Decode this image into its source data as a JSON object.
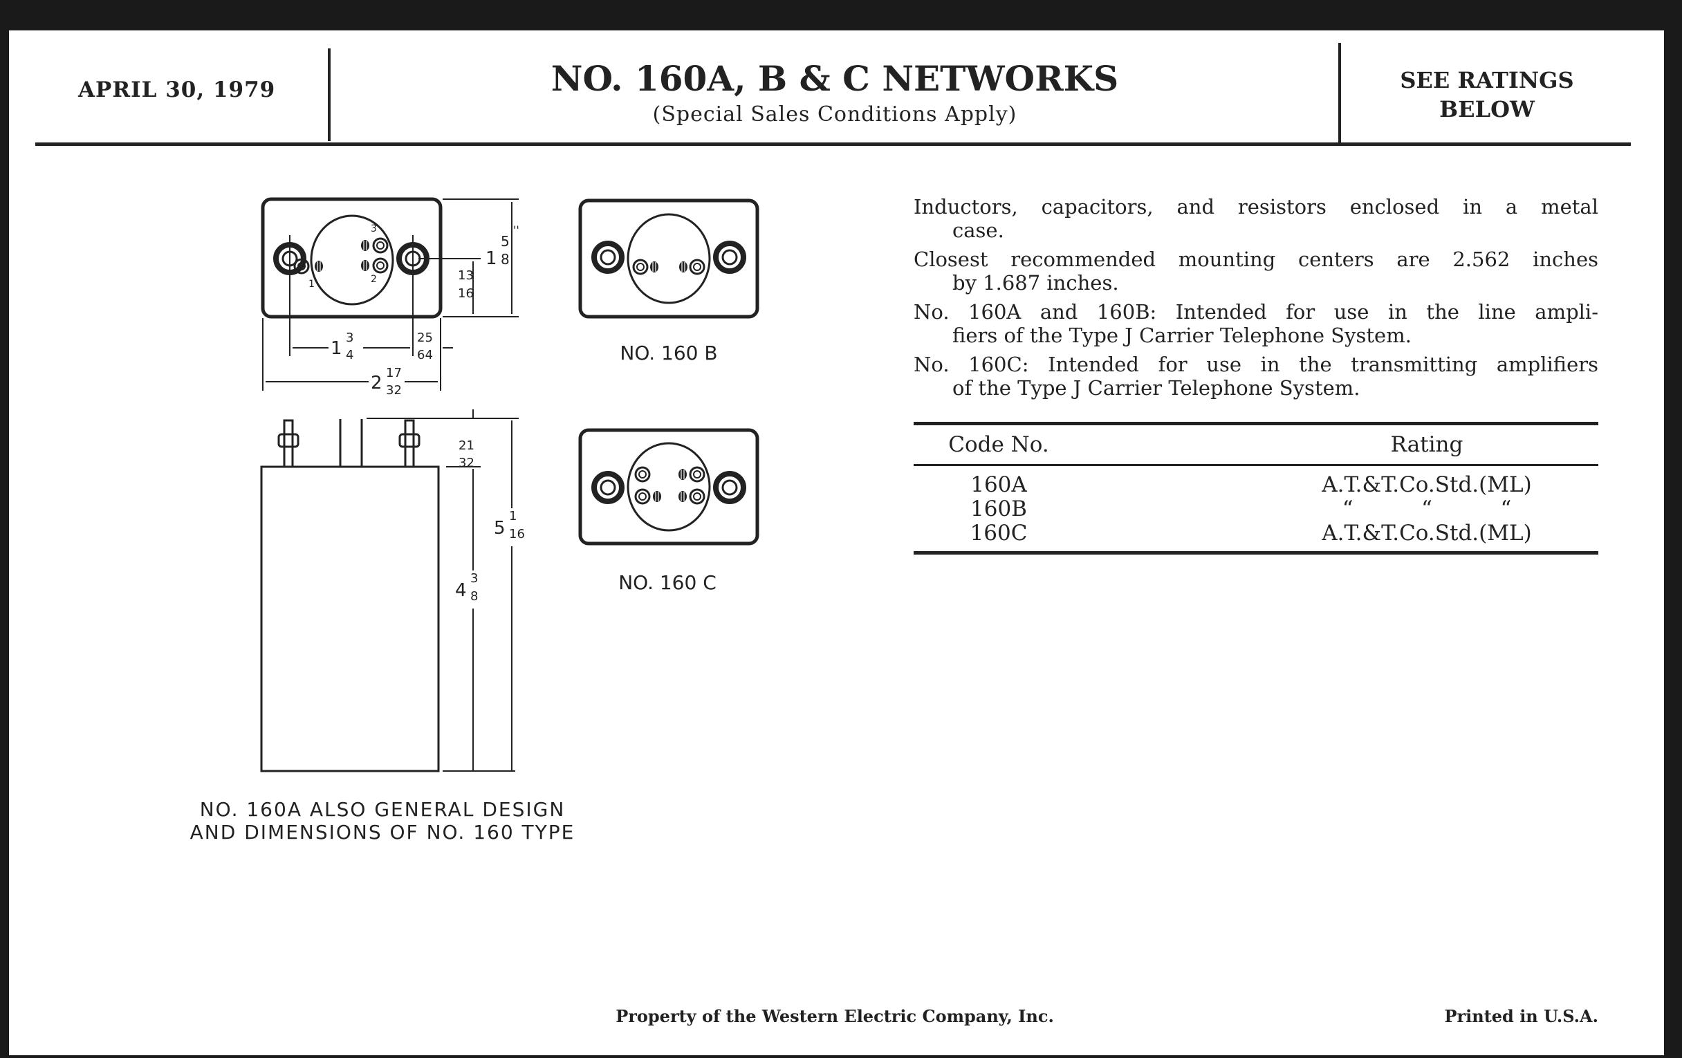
{
  "header": {
    "date": "APRIL 30, 1979",
    "title": "NO. 160A, B & C NETWORKS",
    "subtitle": "(Special Sales Conditions Apply)",
    "rating_note_line1": "SEE RATINGS",
    "rating_note_line2": "BELOW"
  },
  "drawings": {
    "dims": {
      "height_top_whole": "1",
      "height_top_frac_num": "5",
      "height_top_frac_den": "8",
      "post_offset_num": "13",
      "post_offset_den": "16",
      "post_spacing_whole": "1",
      "post_spacing_num": "3",
      "post_spacing_den": "4",
      "edge_num": "25",
      "edge_den": "64",
      "width_whole": "2",
      "width_num": "17",
      "width_den": "32",
      "terminal_num": "21",
      "terminal_den": "32",
      "overall_whole": "5",
      "overall_num": "1",
      "overall_den": "16",
      "body_whole": "4",
      "body_num": "3",
      "body_den": "8",
      "inch_mark": "''"
    },
    "terminal_labels": [
      "1",
      "2",
      "3"
    ],
    "label_160b": "NO. 160 B",
    "label_160c": "NO. 160 C",
    "caption_line1": "NO. 160A ALSO GENERAL DESIGN",
    "caption_line2": "AND DIMENSIONS OF NO. 160 TYPE"
  },
  "description": [
    [
      "Inductors, capacitors, and resistors enclosed in a metal",
      "case."
    ],
    [
      "Closest recommended mounting centers are 2.562 inches",
      "by 1.687 inches."
    ],
    [
      "No. 160A and 160B: Intended for use in the line ampli-",
      "fiers of the Type J Carrier Telephone System."
    ],
    [
      "No. 160C: Intended for use in the transmitting amplifiers",
      "of the Type J Carrier Telephone System."
    ]
  ],
  "table": {
    "headers": [
      "Code No.",
      "Rating"
    ],
    "rows": [
      {
        "code": "160A",
        "rating": "A.T.&T.Co.Std.(ML)"
      },
      {
        "code": "160B",
        "rating": "“          “          “"
      },
      {
        "code": "160C",
        "rating": "A.T.&T.Co.Std.(ML)"
      }
    ]
  },
  "footer": {
    "property": "Property of the Western Electric Company, Inc.",
    "printed": "Printed in U.S.A."
  }
}
